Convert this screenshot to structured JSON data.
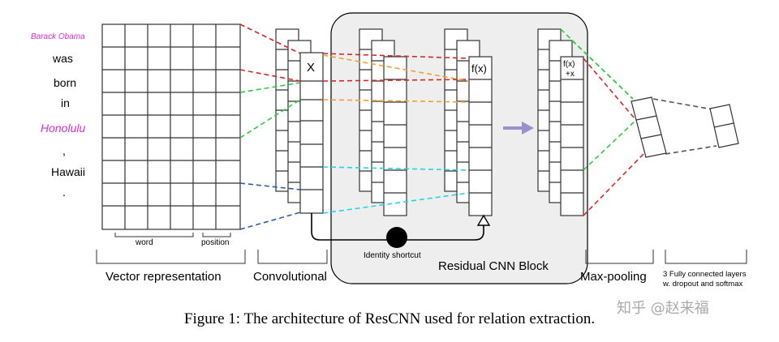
{
  "tokens": [
    {
      "text": "Barack Obama",
      "highlight": true
    },
    {
      "text": "was",
      "highlight": false
    },
    {
      "text": "born",
      "highlight": false
    },
    {
      "text": "in",
      "highlight": false
    },
    {
      "text": "Honolulu",
      "highlight": true
    },
    {
      "text": ",",
      "highlight": false
    },
    {
      "text": "Hawaii",
      "highlight": false
    },
    {
      "text": ".",
      "highlight": false
    }
  ],
  "labels": {
    "word": "word",
    "position": "position",
    "vector_representation": "Vector representation",
    "convolutional": "Convolutional",
    "residual_block": "Residual CNN Block",
    "identity_shortcut": "Identity shortcut",
    "max_pooling": "Max-pooling",
    "fc_line1": "3 Fully connected layers",
    "fc_line2": "w. dropout and softmax",
    "x": "X",
    "fx": "f(x)",
    "fx_plus_x_line1": "f(x)",
    "fx_plus_x_line2": "+x"
  },
  "caption": "Figure 1: The architecture of ResCNN used for relation extraction.",
  "watermark": "知乎 @赵来福",
  "colors": {
    "red": "#d62728",
    "green": "#2ecc40",
    "orange": "#f0a030",
    "cyan": "#22d3e6",
    "blue": "#2a5ca8",
    "arrow": "#9b8fd0",
    "highlight": "#d42fd4",
    "block_fill": "#eeeeee"
  }
}
